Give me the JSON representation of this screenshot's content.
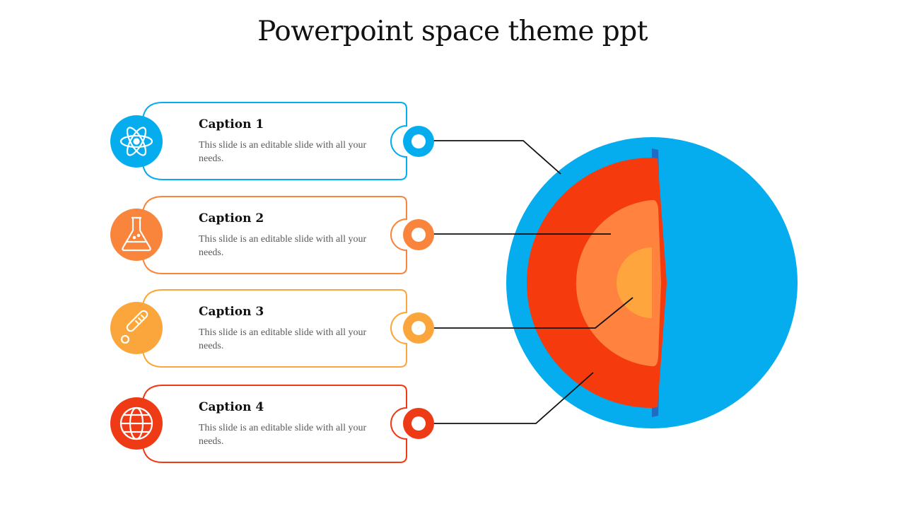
{
  "title": "Powerpoint space theme ppt",
  "colors": {
    "blue": "#05ADEF",
    "orange": "#F9843B",
    "amber": "#FBA63C",
    "red": "#EF3A16",
    "core_red": "#F53A0E",
    "core_mid": "#FF823F",
    "core_inner": "#FFA53D"
  },
  "captions": [
    {
      "title": "Caption 1",
      "text": "This slide is an editable slide with all your needs.",
      "icon": "atom-icon",
      "color": "#05ADEF"
    },
    {
      "title": "Caption 2",
      "text": "This slide is an editable slide with all your needs.",
      "icon": "flask-icon",
      "color": "#F9843B"
    },
    {
      "title": "Caption 3",
      "text": "This slide is an editable slide with all your needs.",
      "icon": "thermometer-icon",
      "color": "#FBA63C"
    },
    {
      "title": "Caption 4",
      "text": "This slide is an editable slide with all your needs.",
      "icon": "globe-icon",
      "color": "#EF3A16"
    }
  ]
}
